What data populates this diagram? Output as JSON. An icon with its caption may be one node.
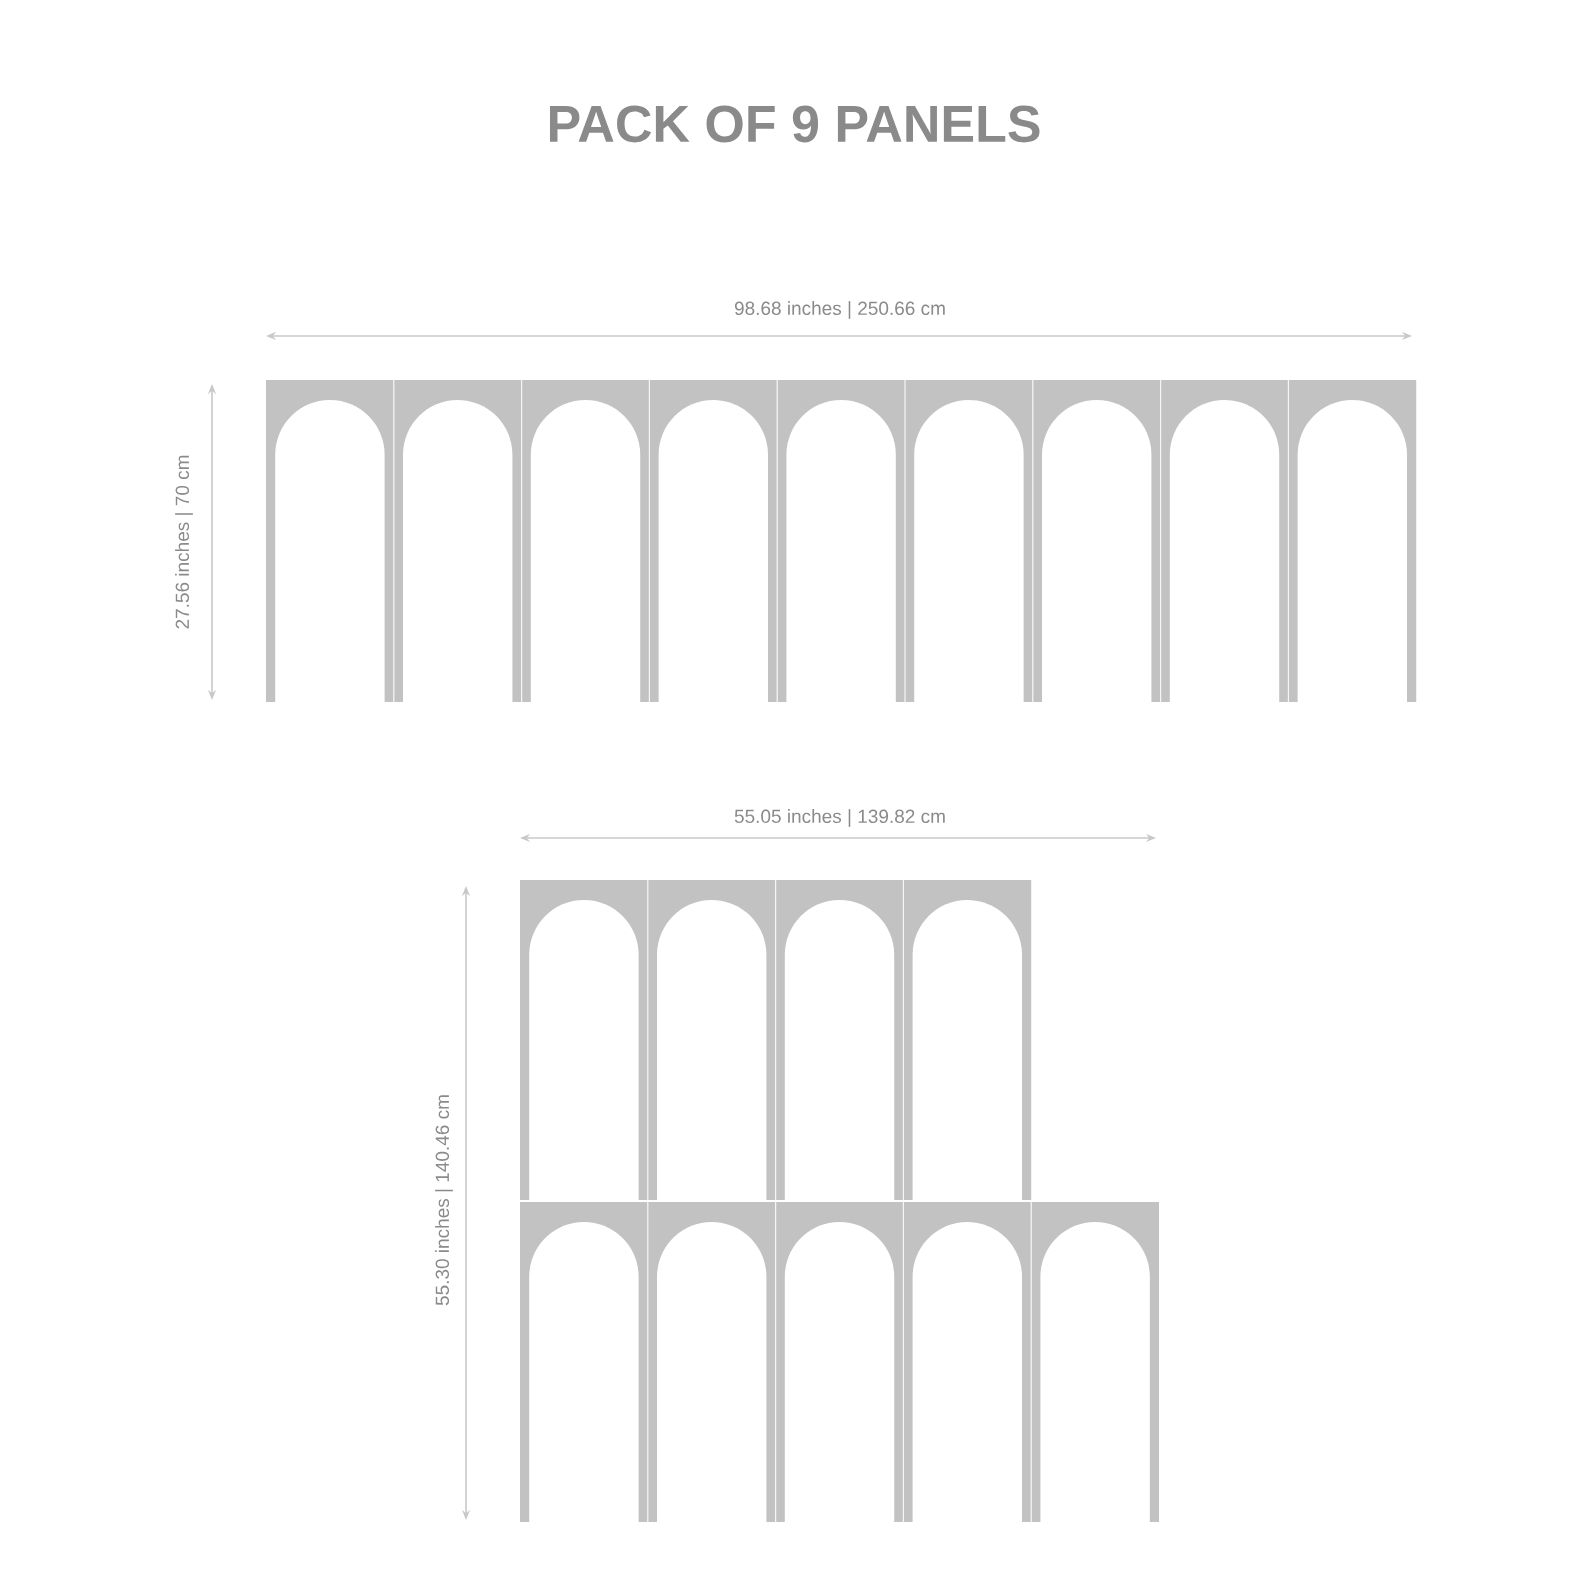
{
  "diagram": {
    "title": "PACK OF 9 PANELS",
    "labels": [
      "98.68 inches | 250.66 cm",
      "27.56 inches | 70 cm",
      "55.05 inches  | 139.82 cm",
      "55.30 inches  |  140.46 cm"
    ]
  }
}
